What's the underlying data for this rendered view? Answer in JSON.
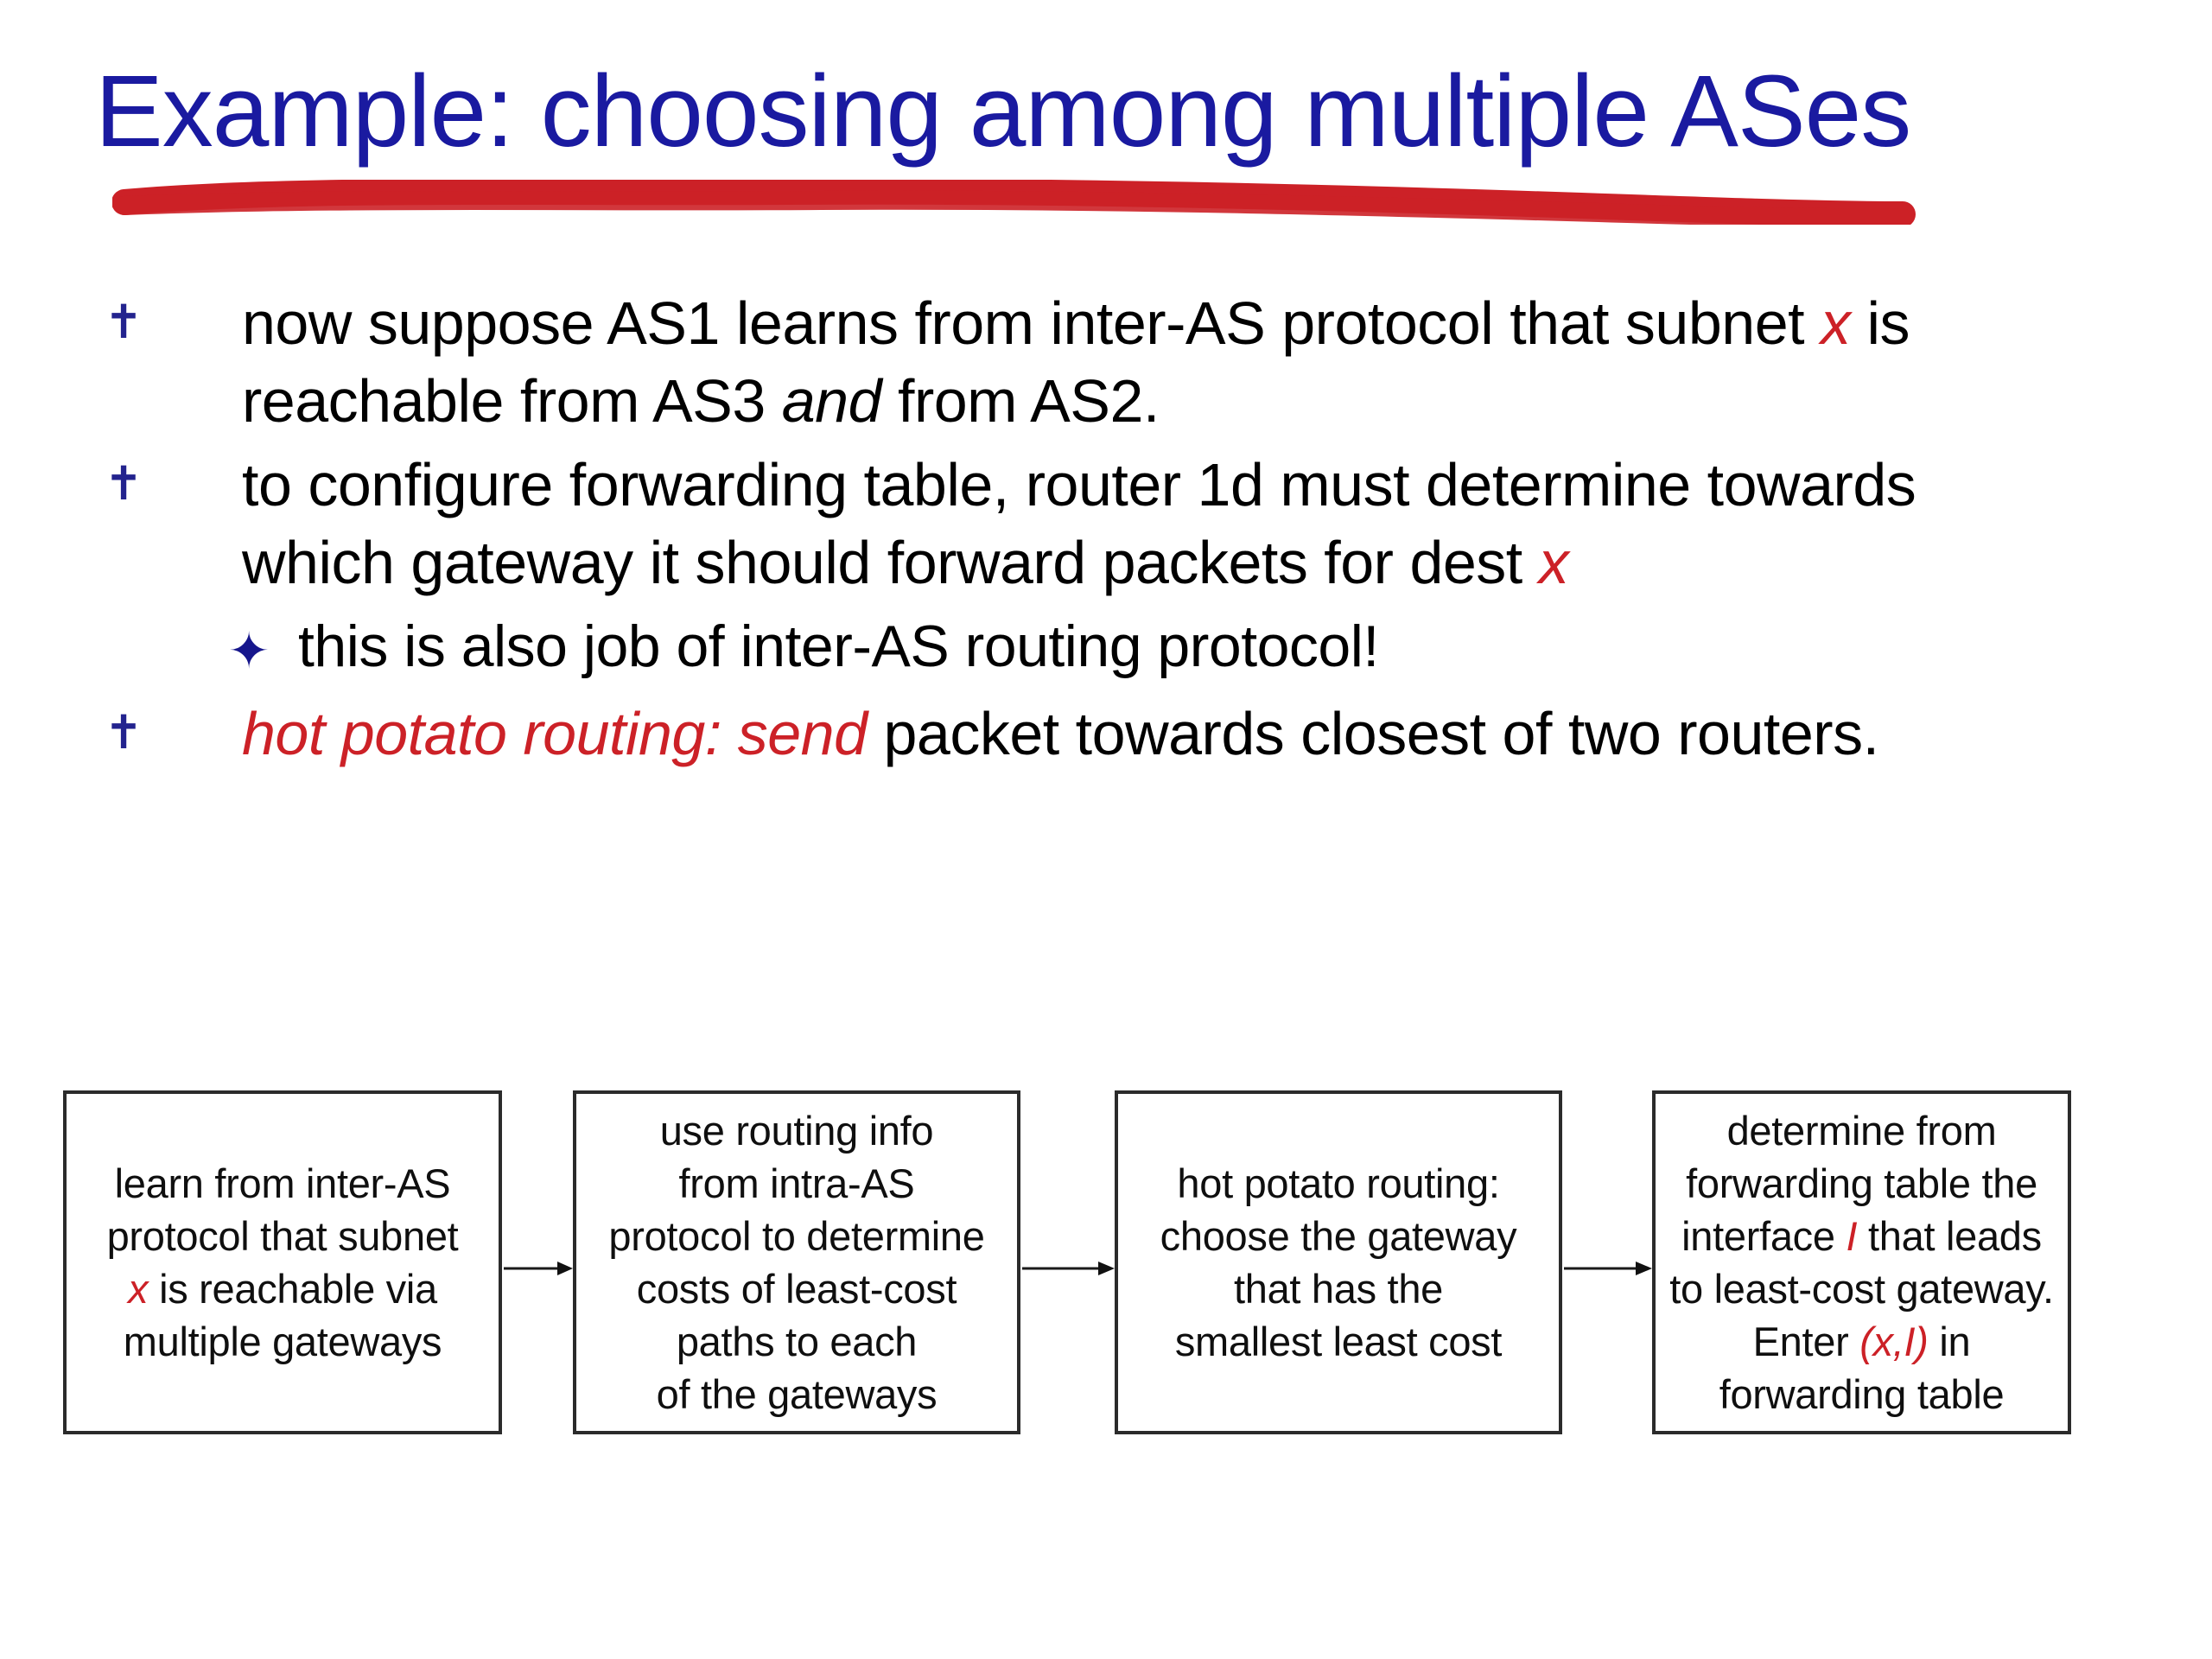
{
  "slide": {
    "title": "Example: choosing among multiple ASes",
    "title_color": "#1a1aa0",
    "underline_color": "#cc2127",
    "accent_red": "#cc2127",
    "bullet_icon": "✝",
    "sub_bullet_icon": "✦"
  },
  "bullets": [
    {
      "icon": "cross-bullet-icon",
      "parts": [
        {
          "text": "now suppose AS1 learns from inter-AS protocol that subnet ",
          "style": "plain"
        },
        {
          "text": "x",
          "style": "red-italic"
        },
        {
          "text": " is reachable from AS3 ",
          "style": "plain"
        },
        {
          "text": "and",
          "style": "italic"
        },
        {
          "text": " from AS2.",
          "style": "plain"
        }
      ]
    },
    {
      "icon": "cross-bullet-icon",
      "parts": [
        {
          "text": "to configure forwarding table, router 1d must determine towards which gateway it should forward packets for dest ",
          "style": "plain"
        },
        {
          "text": "x",
          "style": "red-italic"
        }
      ]
    },
    {
      "icon": "star-bullet-icon",
      "level": "sub",
      "parts": [
        {
          "text": "this is also job of inter-AS routing protocol!",
          "style": "plain"
        }
      ]
    },
    {
      "icon": "cross-bullet-icon",
      "parts": [
        {
          "text": "hot potato routing: send",
          "style": "red-italic"
        },
        {
          "text": " packet towards closest of two routers.",
          "style": "plain"
        }
      ]
    }
  ],
  "text_runs": {
    "b1_a": "now suppose AS1 learns from inter-AS protocol that subnet ",
    "b1_x": "x",
    "b1_b": " is reachable from AS3 ",
    "b1_and": "and",
    "b1_c": " from AS2.",
    "b2_a": "to configure forwarding table, router 1d must determine towards which gateway it should forward packets for dest ",
    "b2_x": "x",
    "b3_a": "this is also job of inter-AS routing protocol!",
    "b4_red": "hot potato routing: send",
    "b4_a": " packet towards closest of two routers.",
    "bullet_glyph": "✝",
    "sub_glyph": "✦"
  },
  "flowchart": {
    "type": "process-flow",
    "arrow_count": 3,
    "boxes": [
      {
        "id": "box-1",
        "runs": [
          {
            "text": "learn from inter-AS",
            "style": "plain"
          },
          {
            "text": "protocol that subnet",
            "style": "plain"
          },
          {
            "text": "x is reachable via",
            "style": "mixed-red-x"
          },
          {
            "text": "multiple gateways",
            "style": "plain"
          }
        ],
        "lines": {
          "l1": "learn from inter-AS",
          "l2": "protocol that subnet",
          "l3_x": "x",
          "l3_rest": " is reachable via",
          "l4": "multiple gateways"
        }
      },
      {
        "id": "box-2",
        "lines": {
          "l1": "use routing info",
          "l2": "from intra-AS",
          "l3": "protocol to determine",
          "l4": "costs of least-cost",
          "l5": "paths to each",
          "l6": "of the gateways"
        }
      },
      {
        "id": "box-3",
        "lines": {
          "l1": "hot potato routing:",
          "l2": "choose the gateway",
          "l3": "that has the",
          "l4": "smallest least cost"
        }
      },
      {
        "id": "box-4",
        "lines": {
          "l1": "determine from",
          "l2": "forwarding table the",
          "l3_a": "interface ",
          "l3_i": "I",
          "l3_b": " that leads",
          "l4": "to least-cost gateway.",
          "l5_a": "Enter ",
          "l5_red": "(x,I)",
          "l5_b": " in",
          "l6": "forwarding table"
        }
      }
    ]
  }
}
